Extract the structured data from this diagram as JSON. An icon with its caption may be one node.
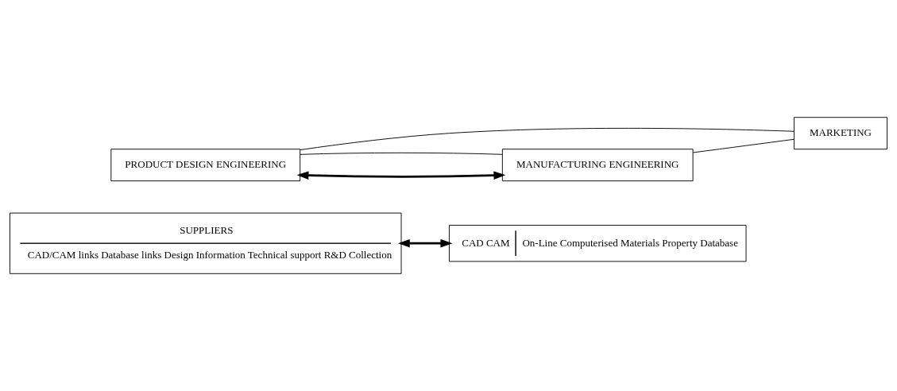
{
  "diagram": {
    "nodes": [
      {
        "text": [
          "SUPPLIERS",
          "CAD/CAM links Database links Design Information Technical support R&D Collection"
        ]
      },
      {
        "text": [
          "CAD CAM",
          "On-Line Computerised Materials Property Database"
        ]
      },
      {
        "text": [
          "PRODUCT DESIGN ENGINEERING"
        ]
      },
      {
        "text": [
          "MARKETING"
        ]
      },
      {
        "text": [
          "MANUFACTURING ENGINEERING"
        ]
      }
    ],
    "edges": [
      {
        "from": 0,
        "to": 1,
        "arrow": "both",
        "style": "thick"
      },
      {
        "from": 2,
        "to": 4,
        "arrow": "both",
        "style": "thick"
      },
      {
        "from": 2,
        "to": 3,
        "arrow": "none"
      },
      {
        "from": 4,
        "to": 3,
        "arrow": "none"
      },
      {
        "from": 2,
        "to": 4,
        "arrow": "none"
      }
    ]
  }
}
